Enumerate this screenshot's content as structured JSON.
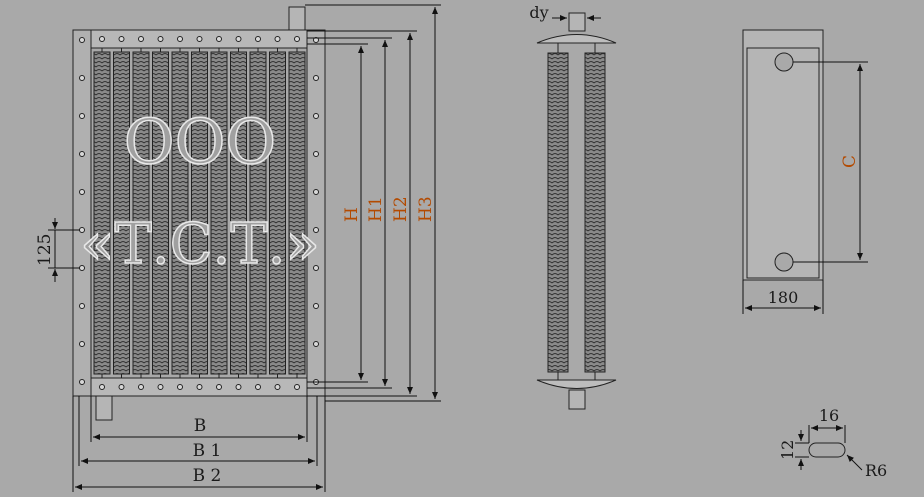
{
  "watermark": {
    "line1": "ООО",
    "line2": "«Т.С.Т.»"
  },
  "dimensions": {
    "front_pitch": "125",
    "B": "B",
    "B1": "B 1",
    "B2": "B 2",
    "H": "H",
    "H1": "H1",
    "H2": "H2",
    "H3": "H3",
    "side_dy": "dy",
    "back_C": "C",
    "back_width": "180",
    "slot_width": "16",
    "slot_height": "12",
    "slot_radius": "R6"
  },
  "colors": {
    "background": "#a9a9a9",
    "line": "#1a1a1a",
    "fin": "#6e6e6e",
    "accent_text": "#b34a00"
  }
}
